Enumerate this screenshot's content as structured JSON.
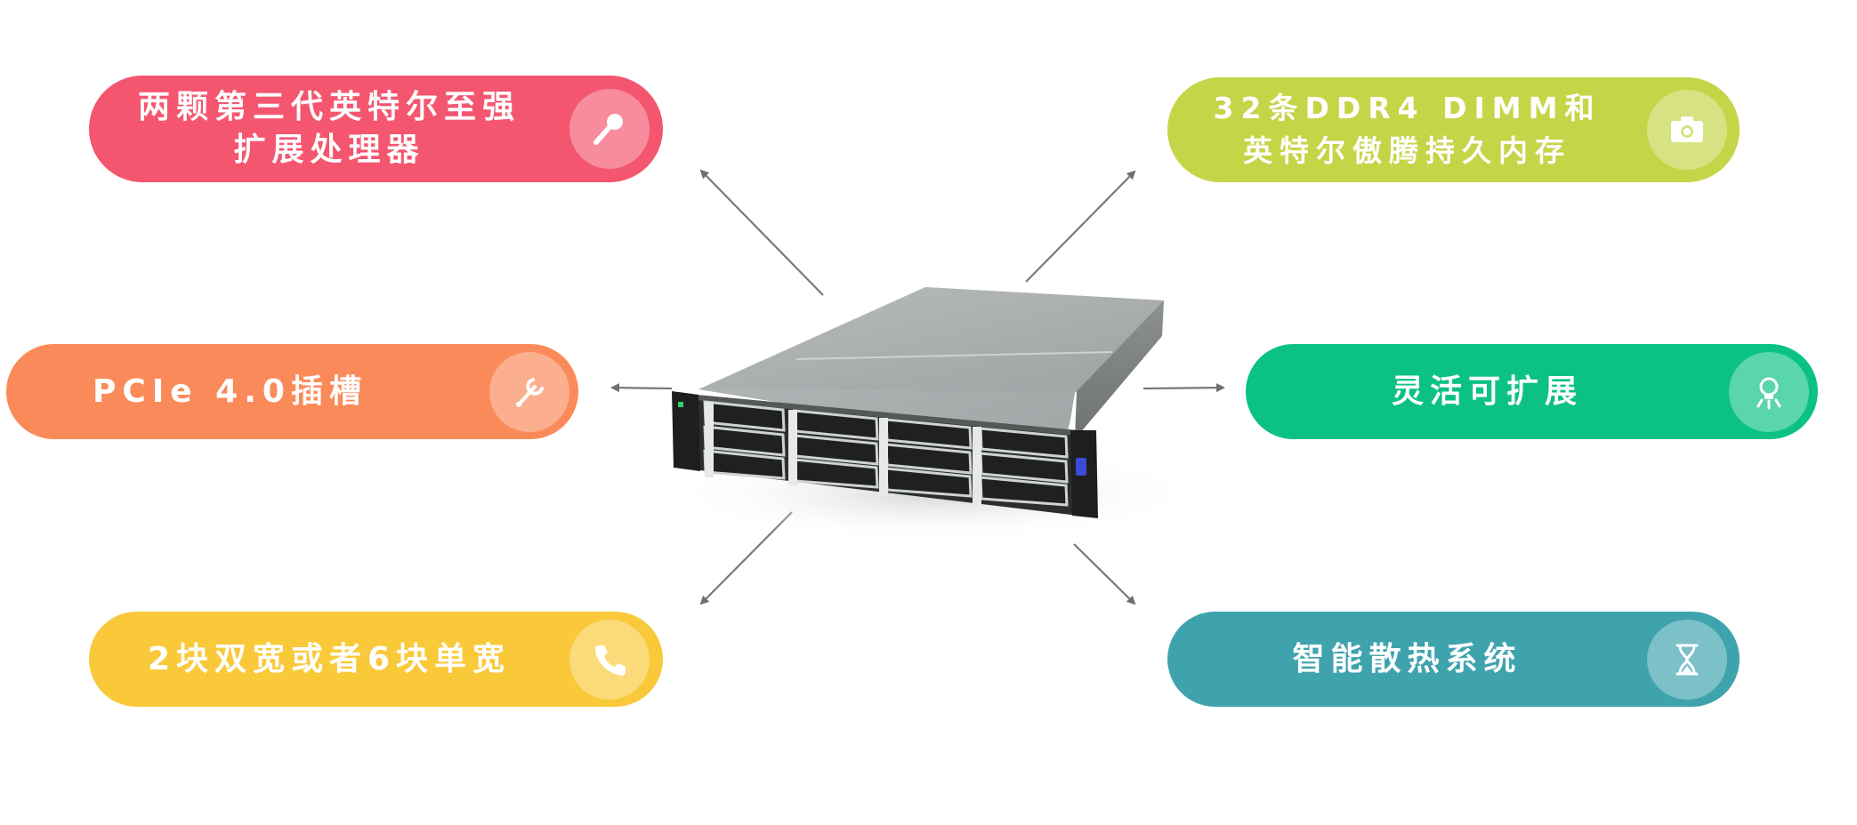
{
  "features": [
    {
      "id": "cpu",
      "lines": [
        "两颗第三代英特尔至强",
        "扩展处理器"
      ],
      "color": "#f4566f",
      "icon": "microphone-icon"
    },
    {
      "id": "memory",
      "lines": [
        "32条DDR4 DIMM和",
        "英特尔傲腾持久内存"
      ],
      "color": "#c5d548",
      "icon": "camera-icon"
    },
    {
      "id": "pcie",
      "lines": [
        "PCIe 4.0插槽"
      ],
      "color": "#fb8a5a",
      "icon": "wrench-icon"
    },
    {
      "id": "expand",
      "lines": [
        "灵活可扩展"
      ],
      "color": "#0cc185",
      "icon": "lightbulb-icon"
    },
    {
      "id": "gpu",
      "lines": [
        "2块双宽或者6块单宽"
      ],
      "color": "#f9c93a",
      "icon": "phone-icon"
    },
    {
      "id": "cooling",
      "lines": [
        "智能散热系统"
      ],
      "color": "#3fa3ae",
      "icon": "hourglass-icon"
    }
  ]
}
